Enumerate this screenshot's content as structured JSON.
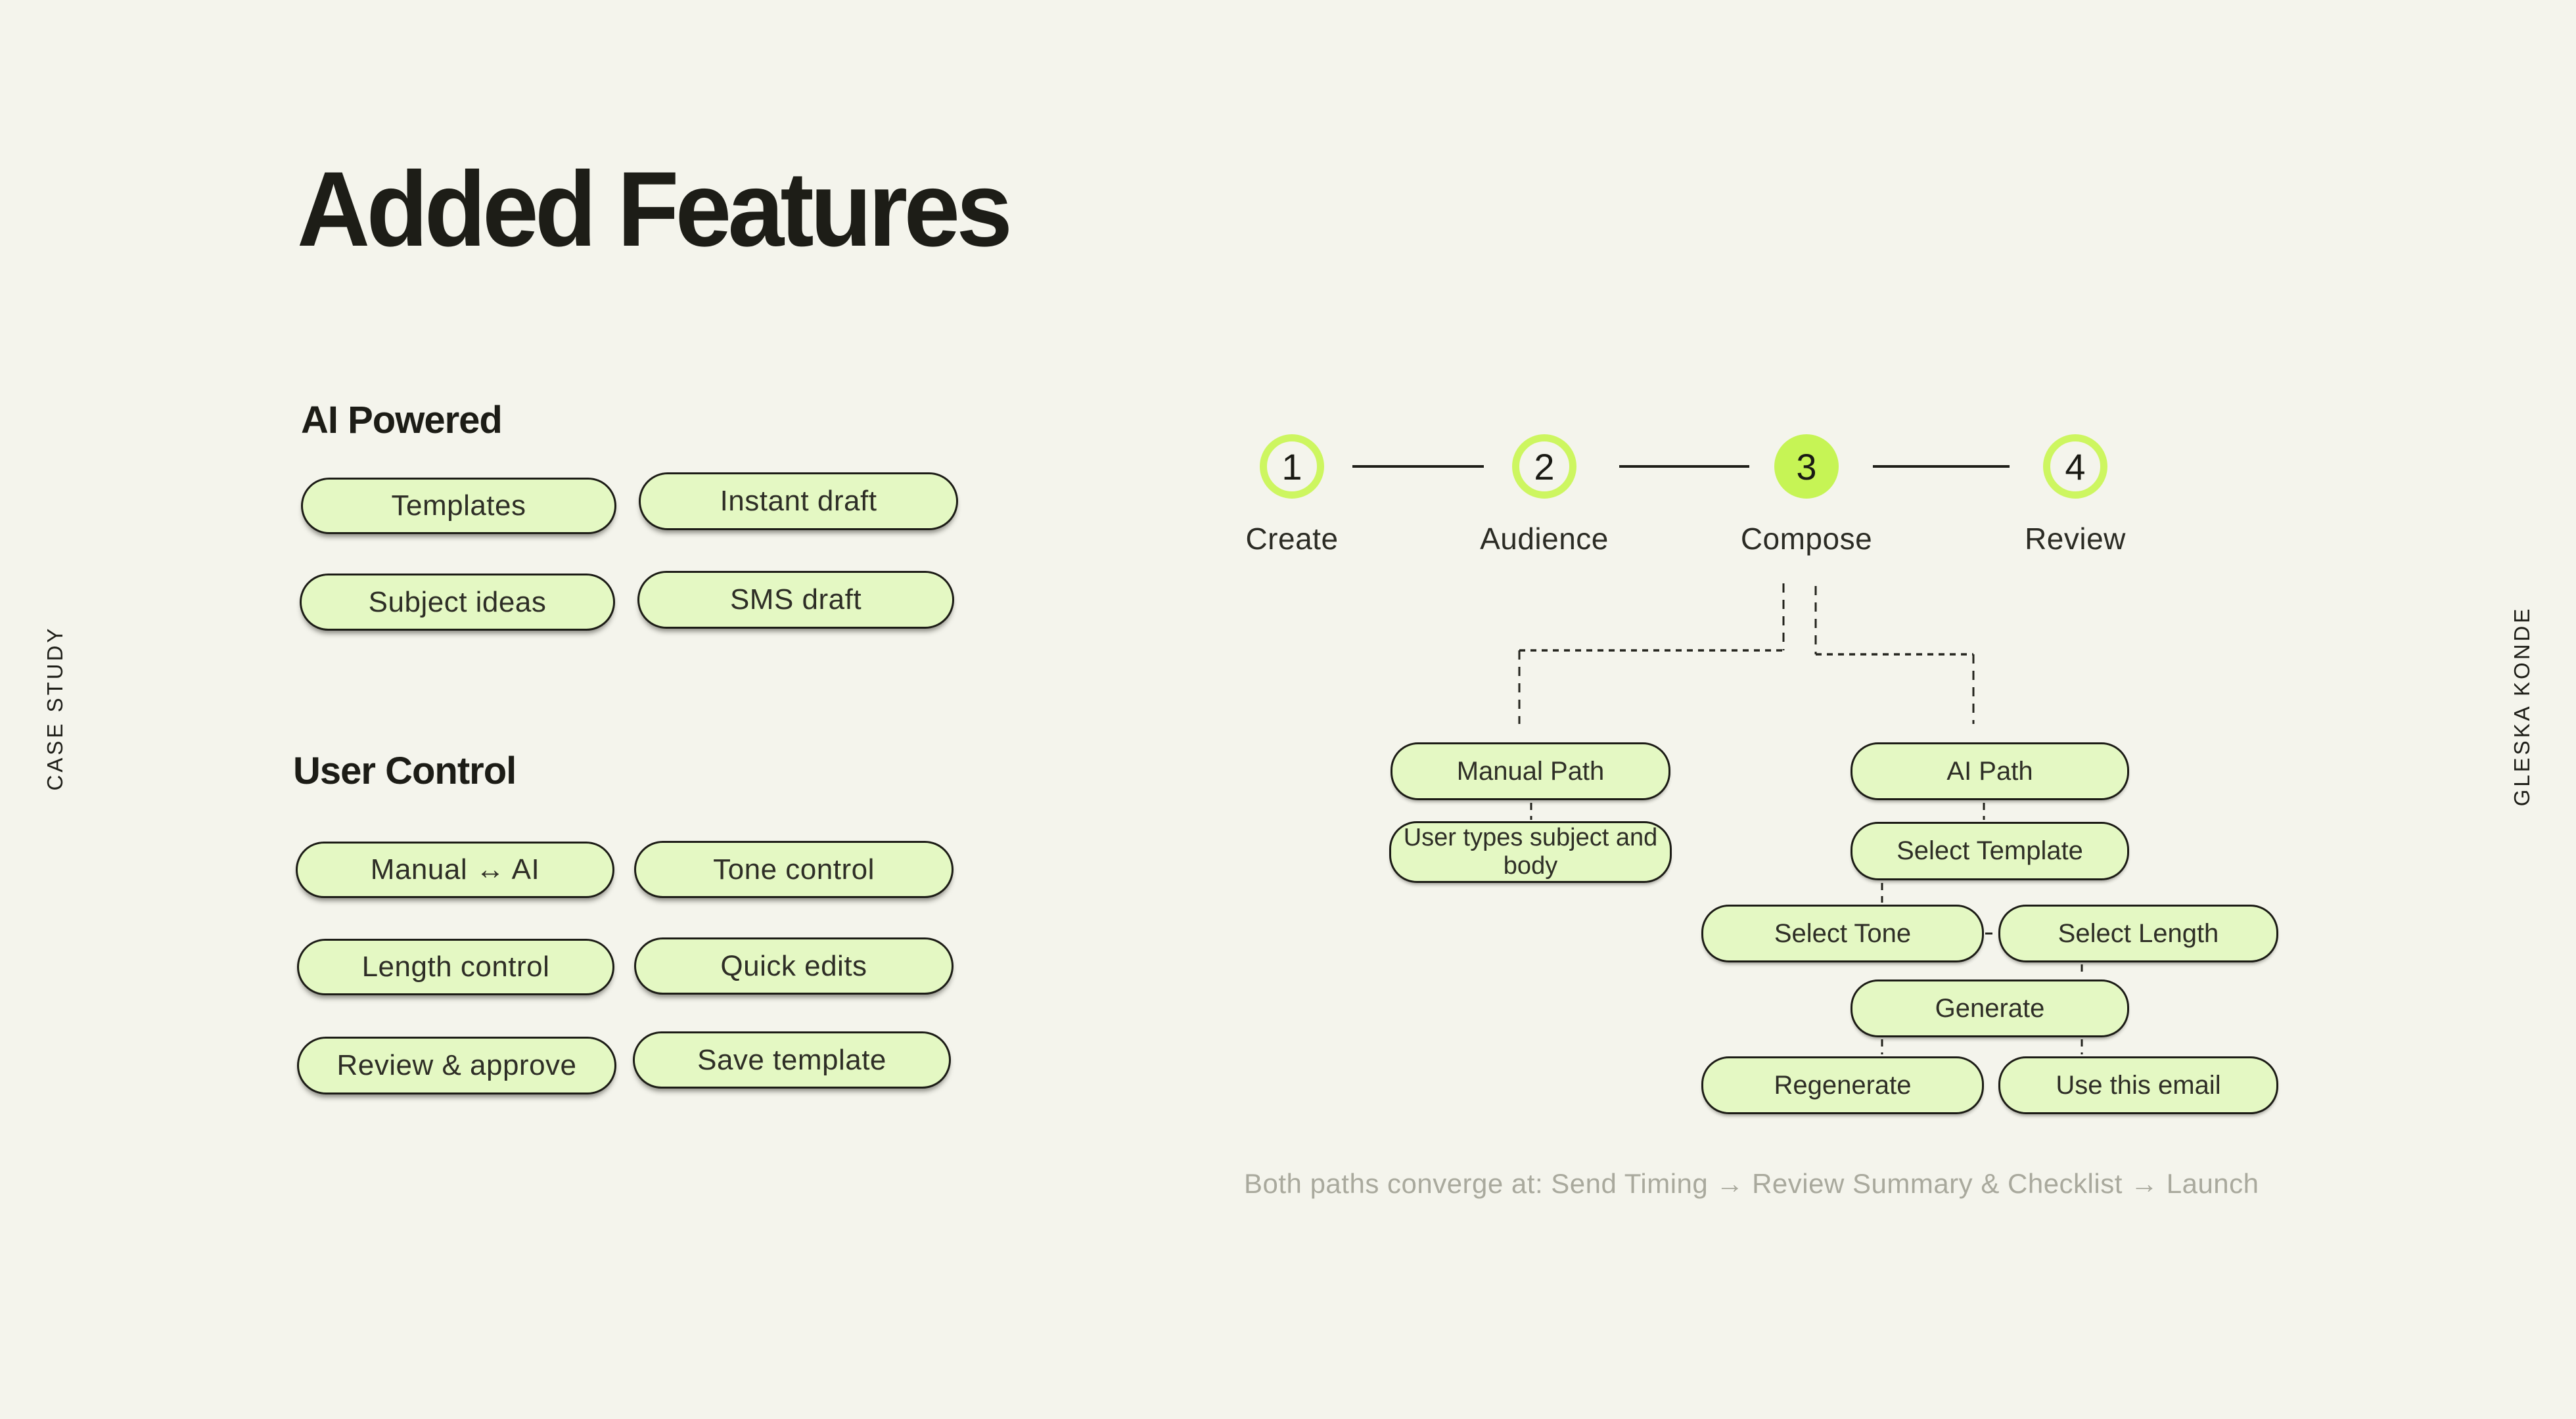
{
  "colors": {
    "background": "#f4f4ec",
    "ink": "#1d1d17",
    "pill_fill": "#e4f8c3",
    "pill_border": "#1c1c16",
    "accent_ring": "#cdf660",
    "accent_active_fill": "#c6f455",
    "muted_caption": "#a9a99d"
  },
  "rails": {
    "left": "CASE STUDY",
    "right": "GLESKA KONDE"
  },
  "title": "Added Features",
  "sections": {
    "ai_powered": {
      "heading": "AI Powered",
      "pills": [
        "Templates",
        "Instant draft",
        "Subject ideas",
        "SMS draft"
      ]
    },
    "user_control": {
      "heading": "User Control",
      "pills": [
        "Manual ↔ AI",
        "Tone control",
        "Length control",
        "Quick edits",
        "Review & approve",
        "Save template"
      ]
    }
  },
  "stepper": {
    "active_step": "3",
    "steps": [
      {
        "num": "1",
        "label": "Create"
      },
      {
        "num": "2",
        "label": "Audience"
      },
      {
        "num": "3",
        "label": "Compose"
      },
      {
        "num": "4",
        "label": "Review"
      }
    ]
  },
  "flow": {
    "manual_path": "Manual Path",
    "manual_input": "User types subject and body",
    "ai_path": "AI Path",
    "select_template": "Select Template",
    "select_tone": "Select Tone",
    "select_length": "Select Length",
    "generate": "Generate",
    "regenerate": "Regenerate",
    "use_email": "Use this email"
  },
  "caption": "Both paths converge at: Send Timing → Review Summary & Checklist → Launch"
}
